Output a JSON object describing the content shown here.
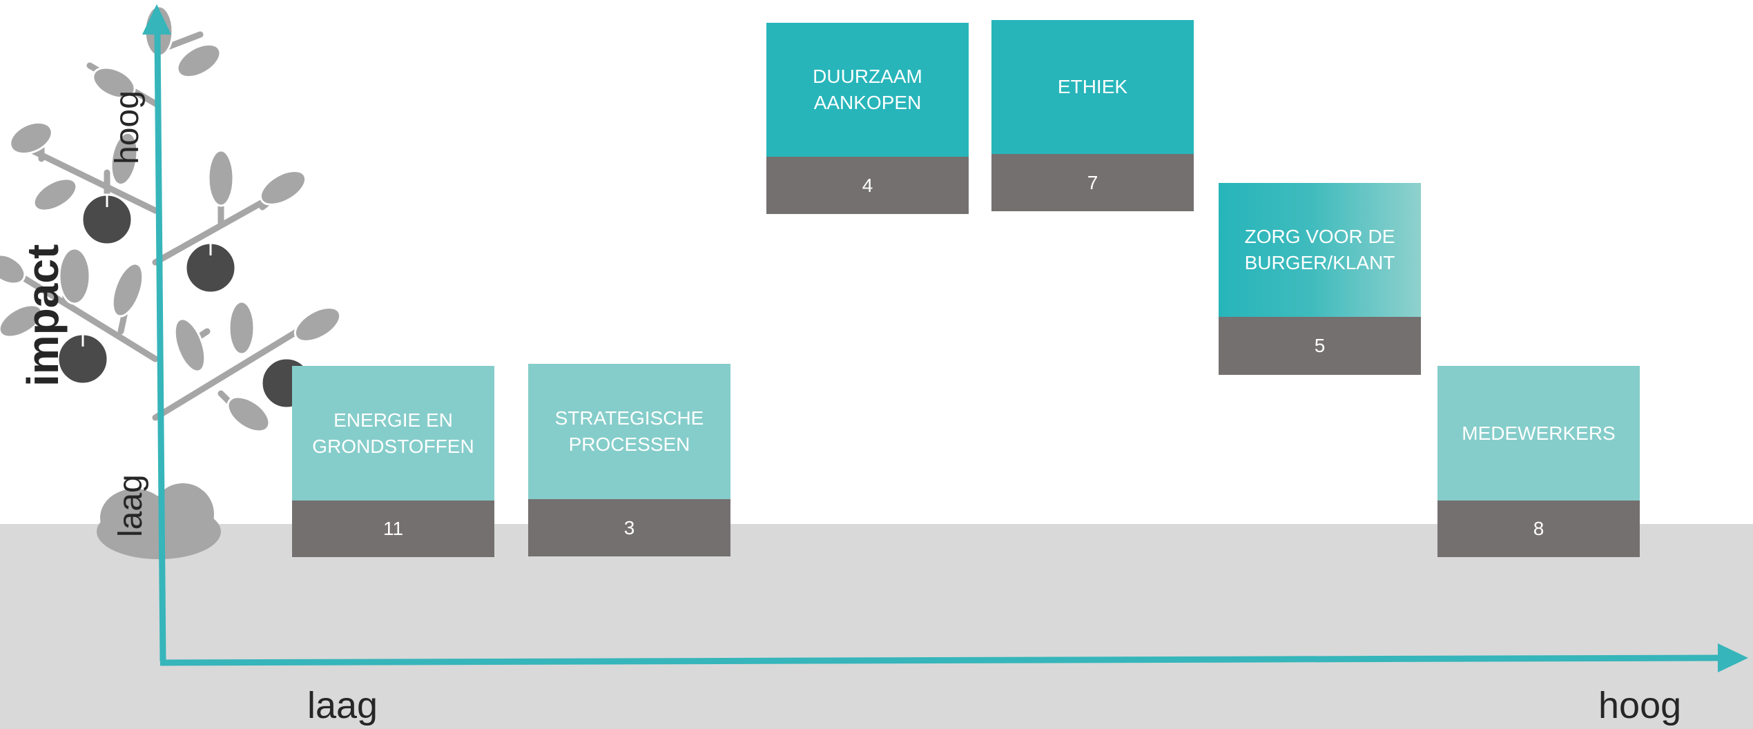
{
  "colors": {
    "axis": "#36b5ba",
    "card_dark": "#27b5ba",
    "card_light": "#85cdca",
    "card_count_bg": "#747070",
    "ground": "#d9d9d9",
    "tree": "#a6a6a6",
    "fruit": "#4a4a4a"
  },
  "axes": {
    "y_title": "impact",
    "y_low": "laag",
    "y_high": "hoog",
    "x_low": "laag",
    "x_high": "hoog"
  },
  "cards": [
    {
      "id": "energie",
      "title": "ENERGIE EN\nGRONDSTOFFEN",
      "count": "11",
      "style": "light"
    },
    {
      "id": "strategische",
      "title": "STRATEGISCHE\nPROCESSEN",
      "count": "3",
      "style": "light"
    },
    {
      "id": "duurzaam",
      "title": "DUURZAAM\nAANKOPEN",
      "count": "4",
      "style": "dark"
    },
    {
      "id": "ethiek",
      "title": "ETHIEK",
      "count": "7",
      "style": "dark"
    },
    {
      "id": "zorg",
      "title": "ZORG VOOR DE\nBURGER/KLANT",
      "count": "5",
      "style": "gradient"
    },
    {
      "id": "medewerkers",
      "title": "MEDEWERKERS",
      "count": "8",
      "style": "light"
    }
  ]
}
